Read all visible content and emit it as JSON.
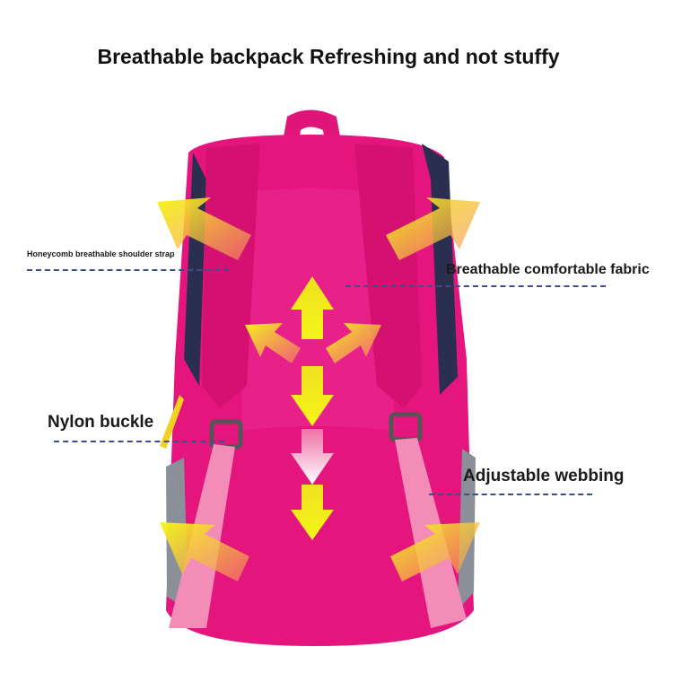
{
  "title": "Breathable backpack Refreshing and not stuffy",
  "labels": {
    "shoulder_strap": "Honeycomb breathable shoulder strap",
    "fabric": "Breathable comfortable fabric",
    "buckle": "Nylon buckle",
    "webbing": "Adjustable webbing"
  },
  "colors": {
    "body": "#e4157c",
    "strap": "#d41170",
    "trim": "#2b2f4f",
    "arrow": "#f2f21a",
    "webbing": "#f38db8"
  }
}
